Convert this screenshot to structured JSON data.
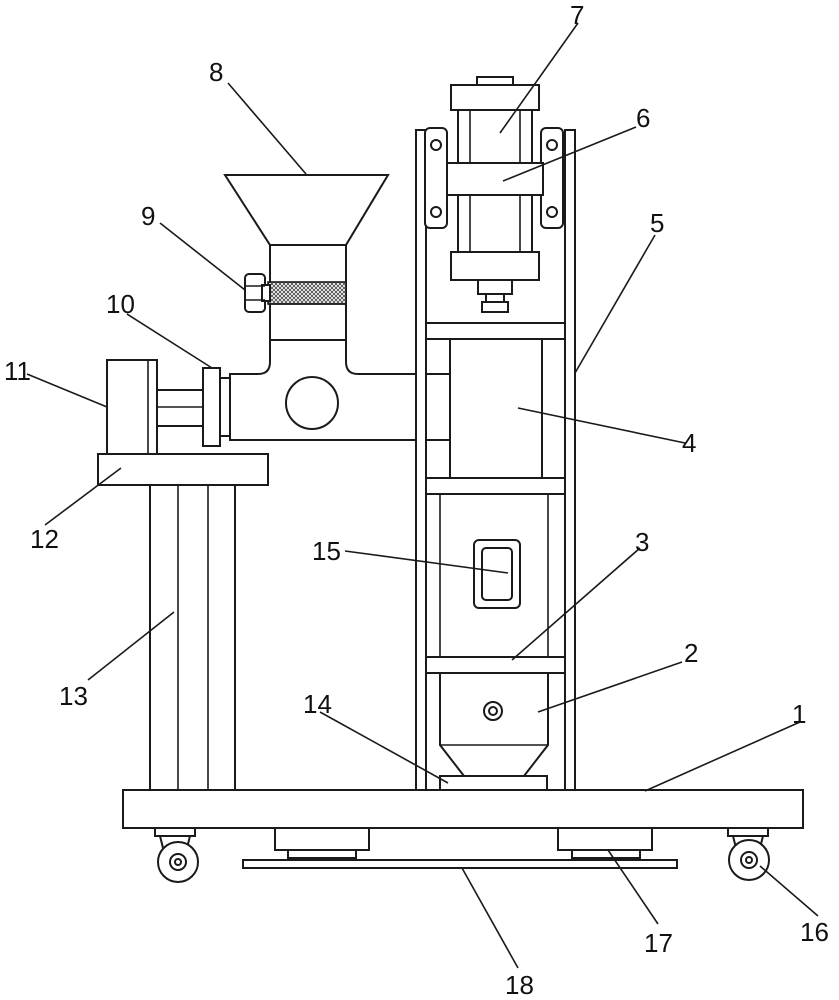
{
  "labels": {
    "n1": "1",
    "n2": "2",
    "n3": "3",
    "n4": "4",
    "n5": "5",
    "n6": "6",
    "n7": "7",
    "n8": "8",
    "n9": "9",
    "n10": "10",
    "n11": "11",
    "n12": "12",
    "n13": "13",
    "n14": "14",
    "n15": "15",
    "n16": "16",
    "n17": "17",
    "n18": "18"
  },
  "colors": {
    "line": "#1a1a1a",
    "mesh": "#555555"
  }
}
